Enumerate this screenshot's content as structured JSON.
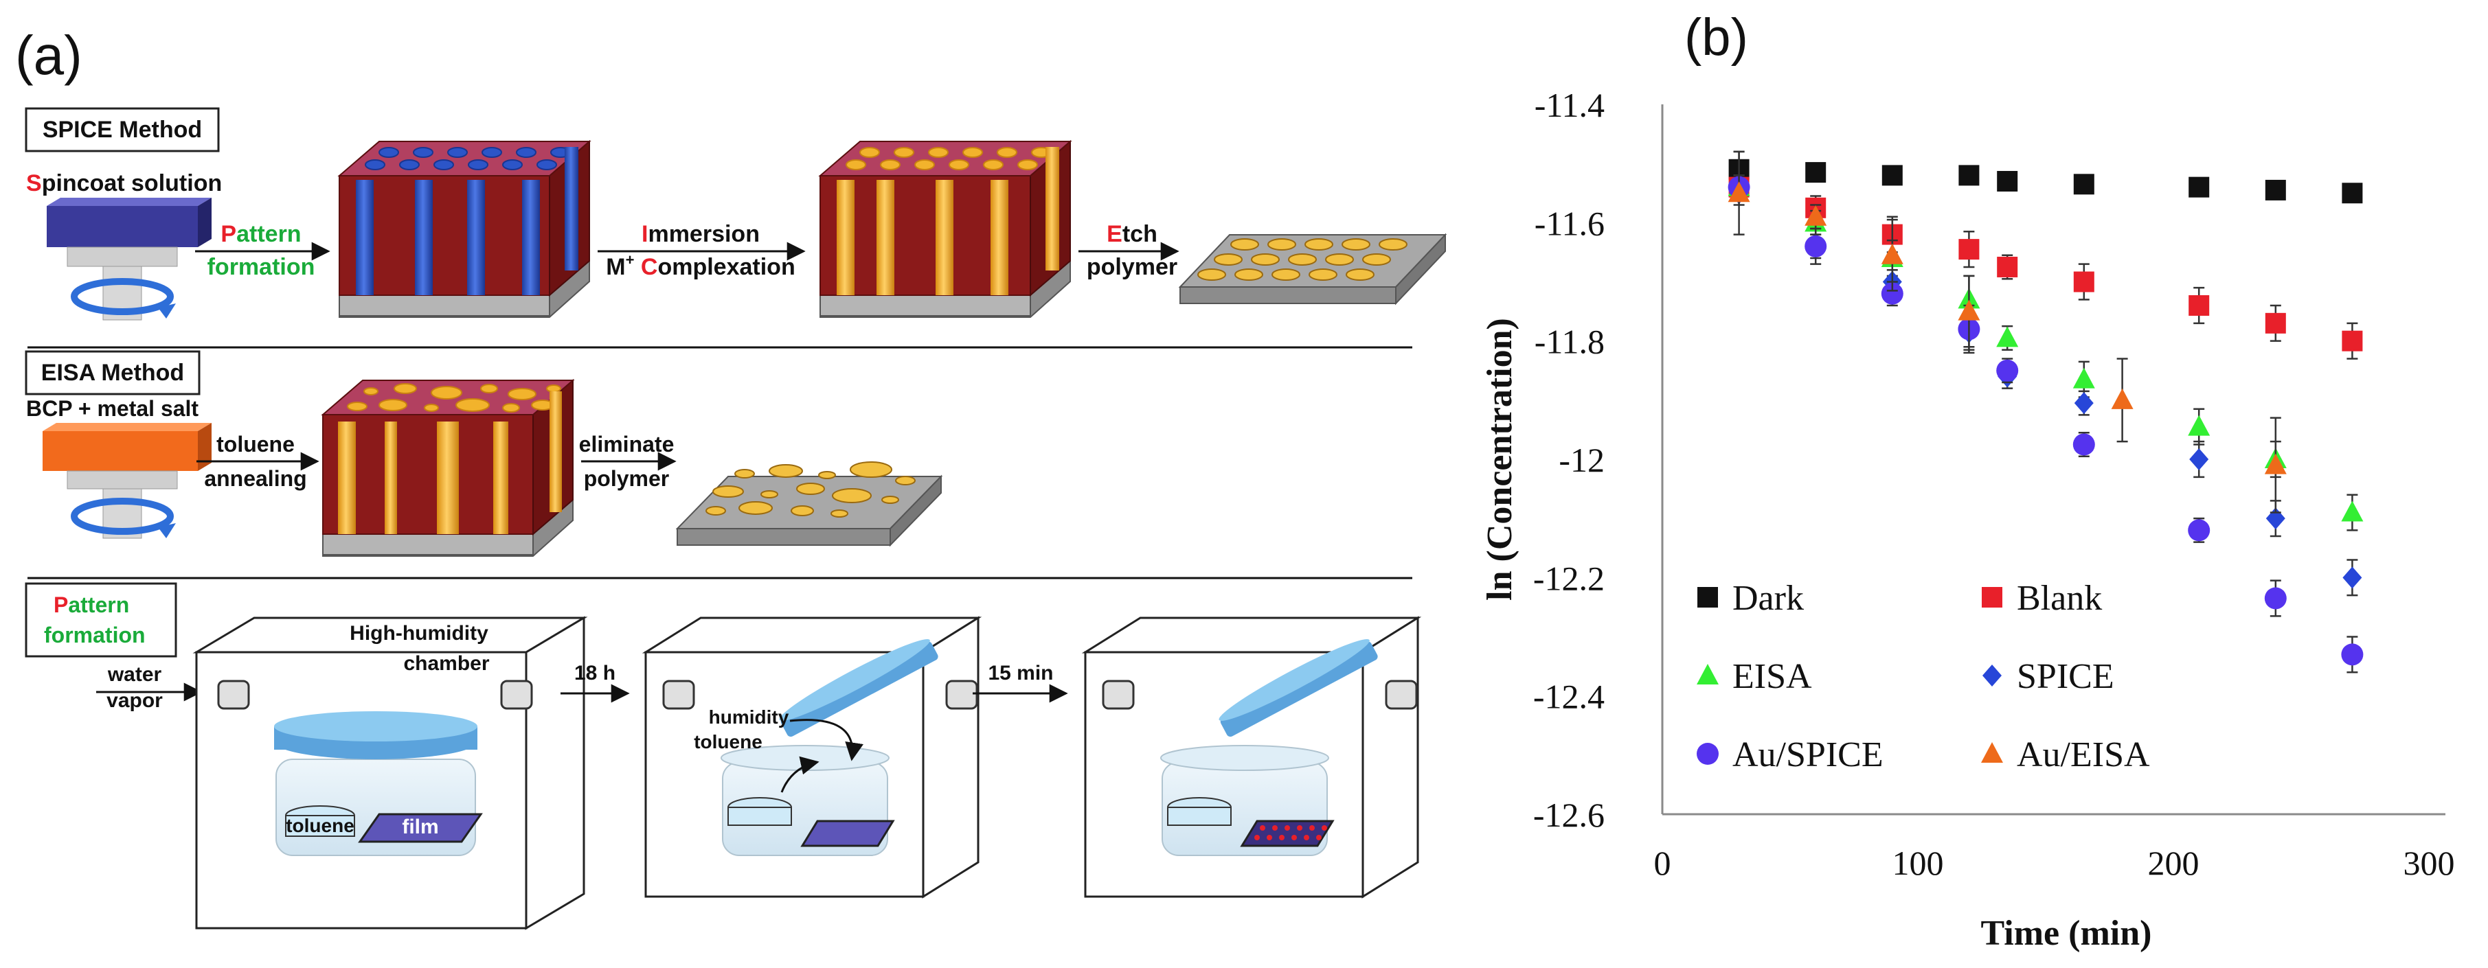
{
  "panel_a": {
    "label": "(a)",
    "spice": {
      "box_label": "SPICE Method",
      "step1_first": "S",
      "step1_rest": "pincoat solution",
      "arrow1_first": "P",
      "arrow1_rest": "attern",
      "arrow1_line2": "formation",
      "arrow2_first": "I",
      "arrow2_rest": "mmersion",
      "arrow2_line2_a": "M",
      "arrow2_line2_sup": "+",
      "arrow2_line2_c": "C",
      "arrow2_line2_rest": "omplexation",
      "arrow3_first": "E",
      "arrow3_rest": "tch",
      "arrow3_line2": "polymer"
    },
    "eisa": {
      "box_label": "EISA Method",
      "step1": "BCP + metal salt",
      "arrow1_line1": "toluene",
      "arrow1_line2": "annealing",
      "arrow2_line1": "eliminate",
      "arrow2_line2": "polymer"
    },
    "pattern": {
      "box_first": "P",
      "box_rest": "attern",
      "box_line2": "formation",
      "input_line1": "water",
      "input_line2": "vapor",
      "chamber_line1": "High-humidity",
      "chamber_line2": "chamber",
      "toluene": "toluene",
      "film": "film",
      "time1": "18 h",
      "humidity": "humidity",
      "toluene2": "toluene",
      "time2": "15 min"
    },
    "colors": {
      "red_letter": "#e8202a",
      "green_text": "#1aab3a",
      "polymer": "#8b1a1a",
      "gold": "#f2b32c",
      "blue_cyl": "#2c55c8",
      "lid": "#5ba3dc",
      "film": "#5d55b8"
    }
  },
  "panel_b": {
    "label": "(b)"
  },
  "chart_data": {
    "type": "scatter",
    "xlabel": "Time (min)",
    "ylabel": "ln (Concentration)",
    "xlim": [
      0,
      300
    ],
    "ylim": [
      -12.6,
      -11.4
    ],
    "xticks": [
      "0",
      "100",
      "200",
      "300"
    ],
    "yticks": [
      "-11.4",
      "-11.6",
      "-11.8",
      "-12",
      "-12.2",
      "-12.4",
      "-12.6"
    ],
    "grid": false,
    "legend_position": "lower-left inside plot",
    "series": [
      {
        "name": "Dark",
        "marker": "square",
        "color": "#111111",
        "x": [
          30,
          60,
          90,
          120,
          135,
          165,
          210,
          240,
          270
        ],
        "y": [
          -11.51,
          -11.515,
          -11.52,
          -11.52,
          -11.53,
          -11.535,
          -11.54,
          -11.545,
          -11.55
        ],
        "err": [
          0.03,
          0.01,
          0.01,
          0.01,
          0.01,
          0.01,
          0.01,
          0.01,
          0.01
        ]
      },
      {
        "name": "Blank",
        "marker": "square",
        "color": "#e8202a",
        "x": [
          30,
          60,
          90,
          120,
          135,
          165,
          210,
          240,
          270
        ],
        "y": [
          -11.54,
          -11.575,
          -11.62,
          -11.645,
          -11.675,
          -11.7,
          -11.74,
          -11.77,
          -11.8
        ],
        "err": [
          0.02,
          0.02,
          0.03,
          0.03,
          0.02,
          0.03,
          0.03,
          0.03,
          0.03
        ]
      },
      {
        "name": "EISA",
        "marker": "triangle",
        "color": "#33ee33",
        "x": [
          30,
          60,
          90,
          120,
          135,
          165,
          210,
          240,
          270
        ],
        "y": [
          -11.54,
          -11.6,
          -11.66,
          -11.73,
          -11.795,
          -11.865,
          -11.945,
          -12.0,
          -12.09
        ],
        "err": [
          0.02,
          0.02,
          0.03,
          0.04,
          0.02,
          0.03,
          0.03,
          0.03,
          0.03
        ]
      },
      {
        "name": "SPICE",
        "marker": "diamond",
        "color": "#2746d8",
        "x": [
          30,
          60,
          90,
          120,
          135,
          165,
          210,
          240,
          270
        ],
        "y": [
          -11.55,
          -11.64,
          -11.7,
          -11.785,
          -11.86,
          -11.905,
          -12.0,
          -12.1,
          -12.2
        ],
        "err": [
          0.02,
          0.02,
          0.02,
          0.03,
          0.02,
          0.02,
          0.03,
          0.03,
          0.03
        ]
      },
      {
        "name": "Au/SPICE",
        "marker": "circle",
        "color": "#5533ee",
        "x": [
          30,
          60,
          90,
          120,
          135,
          165,
          210,
          240,
          270
        ],
        "y": [
          -11.54,
          -11.64,
          -11.72,
          -11.78,
          -11.85,
          -11.975,
          -12.12,
          -12.235,
          -12.33
        ],
        "err": [
          0.02,
          0.03,
          0.02,
          0.04,
          0.02,
          0.02,
          0.02,
          0.03,
          0.03
        ]
      },
      {
        "name": "Au/EISA",
        "marker": "triangle",
        "color": "#ee6a1a",
        "x": [
          30,
          60,
          90,
          120,
          180,
          240
        ],
        "y": [
          -11.55,
          -11.59,
          -11.655,
          -11.75,
          -11.9,
          -12.01
        ],
        "err": [
          0.07,
          0.02,
          0.06,
          0.06,
          0.07,
          0.08
        ]
      }
    ]
  }
}
